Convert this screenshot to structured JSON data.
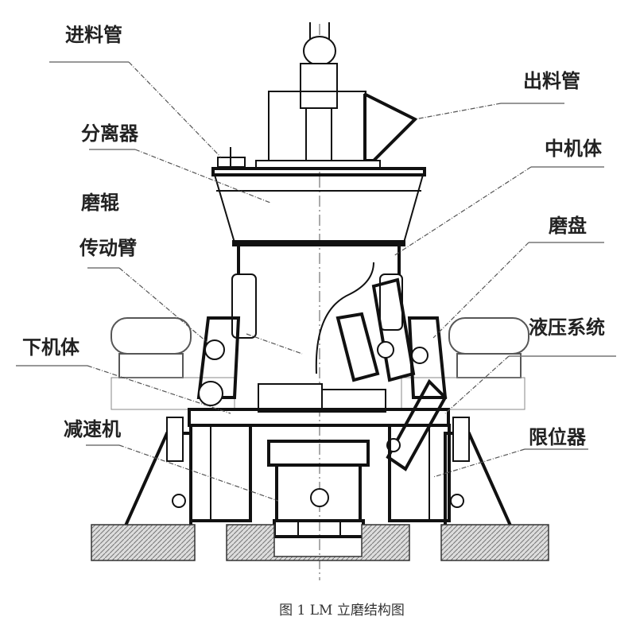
{
  "labels": {
    "feed_pipe": "进料管",
    "discharge_pipe": "出料管",
    "separator": "分离器",
    "middle_body": "中机体",
    "grinding_roller": "磨辊",
    "drive_arm": "传动臂",
    "grinding_disc": "磨盘",
    "lower_body": "下机体",
    "hydraulic_system": "液压系统",
    "reducer": "减速机",
    "limiter": "限位器"
  },
  "caption": "图 1  LM 立磨结构图"
}
